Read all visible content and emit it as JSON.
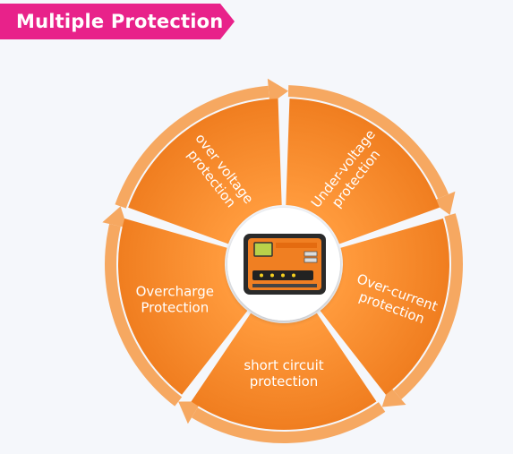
{
  "banner": {
    "title": "Multiple Protection",
    "color": "#e8228a"
  },
  "colors": {
    "segment": "#f07f22",
    "arrow": "#f6a861",
    "center": "#ffffff"
  },
  "segments": [
    {
      "id": "under-voltage",
      "lines": [
        "Under-voltage",
        "protection"
      ]
    },
    {
      "id": "over-current",
      "lines": [
        "Over-current",
        "protection"
      ]
    },
    {
      "id": "short-circuit",
      "lines": [
        "short circuit",
        "protection"
      ]
    },
    {
      "id": "overcharge",
      "lines": [
        "Overcharge",
        "Protection"
      ]
    },
    {
      "id": "over-voltage",
      "lines": [
        "over voltage",
        "protection"
      ]
    }
  ],
  "center_device": {
    "icon": "solar-charge-controller-icon"
  }
}
